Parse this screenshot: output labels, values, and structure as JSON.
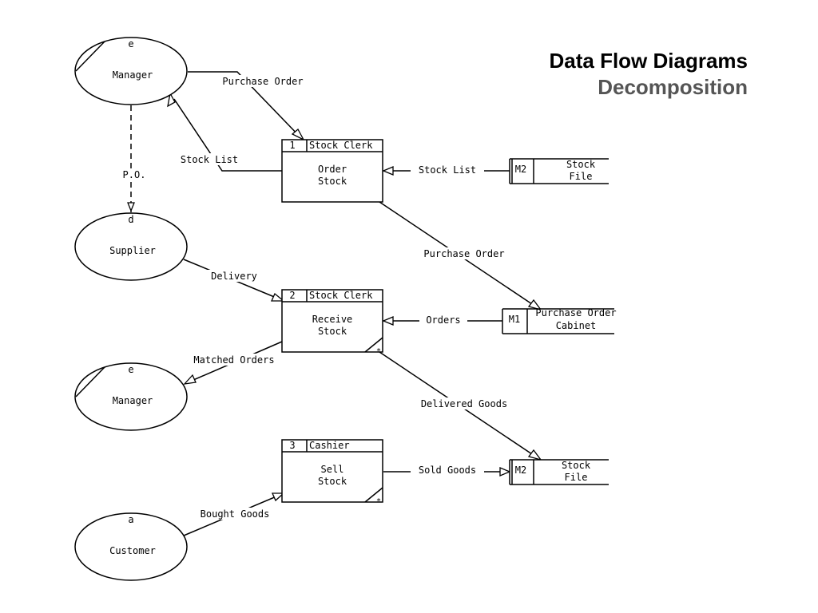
{
  "title": {
    "line1": "Data Flow Diagrams",
    "line2": "Decomposition",
    "line2_color": "#555555"
  },
  "entities": {
    "manager_top": {
      "id": "e",
      "name": "Manager"
    },
    "supplier": {
      "id": "d",
      "name": "Supplier"
    },
    "manager_bottom": {
      "id": "e",
      "name": "Manager"
    },
    "customer": {
      "id": "a",
      "name": "Customer"
    }
  },
  "processes": {
    "p1": {
      "number": "1",
      "actor": "Stock Clerk",
      "line1": "Order",
      "line2": "Stock",
      "marker": ""
    },
    "p2": {
      "number": "2",
      "actor": "Stock Clerk",
      "line1": "Receive",
      "line2": "Stock",
      "marker": "*"
    },
    "p3": {
      "number": "3",
      "actor": "Cashier",
      "line1": "Sell",
      "line2": "Stock",
      "marker": "*"
    }
  },
  "stores": {
    "stock_file_top": {
      "id": "M2",
      "line1": "Stock",
      "line2": "File"
    },
    "po_cabinet": {
      "id": "M1",
      "line1": "Purchase Order",
      "line2": "Cabinet"
    },
    "stock_file_bottom": {
      "id": "M2",
      "line1": "Stock",
      "line2": "File"
    }
  },
  "flows": {
    "purchase_order_in": "Purchase Order",
    "stock_list_out": "Stock List",
    "po_dashed": "P.O.",
    "stock_list_in": "Stock List",
    "purchase_order_out": "Purchase Order",
    "delivery": "Delivery",
    "orders": "Orders",
    "matched_orders": "Matched Orders",
    "delivered_goods": "Delivered Goods",
    "sold_goods": "Sold Goods",
    "bought_goods": "Bought Goods"
  }
}
